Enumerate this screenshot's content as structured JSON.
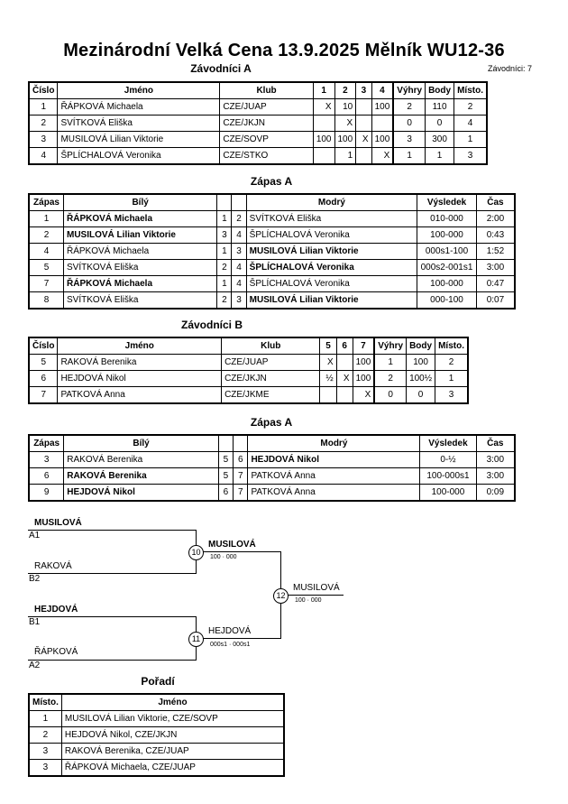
{
  "header": {
    "title": "Mezinárodní Velká Cena  13.9.2025  Mělník   WU12-36",
    "pool_a_label": "Závodníci A",
    "competitors_count": "Závodníci: 7"
  },
  "pool_a": {
    "headers": [
      "Číslo",
      "Jméno",
      "Klub",
      "1",
      "2",
      "3",
      "4",
      "Výhry",
      "Body",
      "Místo."
    ],
    "rows": [
      [
        "1",
        "ŘÁPKOVÁ Michaela",
        "CZE/JUAP",
        "X",
        "10",
        "",
        "100",
        "2",
        "110",
        "2"
      ],
      [
        "2",
        "SVÍTKOVÁ Eliška",
        "CZE/JKJN",
        "",
        "X",
        "",
        "",
        "0",
        "0",
        "4"
      ],
      [
        "3",
        "MUSILOVÁ Lilian Viktorie",
        "CZE/SOVP",
        "100",
        "100",
        "X",
        "100",
        "3",
        "300",
        "1"
      ],
      [
        "4",
        "ŠPLÍCHALOVÁ Veronika",
        "CZE/STKO",
        "",
        "1",
        "",
        "X",
        "1",
        "1",
        "3"
      ]
    ]
  },
  "matches_a": {
    "title": "Zápas A",
    "headers": [
      "Zápas",
      "Bílý",
      "",
      "",
      "Modrý",
      "Výsledek",
      "Čas"
    ],
    "rows": [
      {
        "no": "1",
        "white": "ŘÁPKOVÁ Michaela",
        "w": "1",
        "b": "2",
        "blue": "SVÍTKOVÁ Eliška",
        "result": "010-000",
        "time": "2:00",
        "winner": "white"
      },
      {
        "no": "2",
        "white": "MUSILOVÁ Lilian Viktorie",
        "w": "3",
        "b": "4",
        "blue": "ŠPLÍCHALOVÁ Veronika",
        "result": "100-000",
        "time": "0:43",
        "winner": "white"
      },
      {
        "no": "4",
        "white": "ŘÁPKOVÁ Michaela",
        "w": "1",
        "b": "3",
        "blue": "MUSILOVÁ Lilian Viktorie",
        "result": "000s1-100",
        "time": "1:52",
        "winner": "blue"
      },
      {
        "no": "5",
        "white": "SVÍTKOVÁ Eliška",
        "w": "2",
        "b": "4",
        "blue": "ŠPLÍCHALOVÁ Veronika",
        "result": "000s2-001s1",
        "time": "3:00",
        "winner": "blue"
      },
      {
        "no": "7",
        "white": "ŘÁPKOVÁ Michaela",
        "w": "1",
        "b": "4",
        "blue": "ŠPLÍCHALOVÁ Veronika",
        "result": "100-000",
        "time": "0:47",
        "winner": "white"
      },
      {
        "no": "8",
        "white": "SVÍTKOVÁ Eliška",
        "w": "2",
        "b": "3",
        "blue": "MUSILOVÁ Lilian Viktorie",
        "result": "000-100",
        "time": "0:07",
        "winner": "blue"
      }
    ]
  },
  "pool_b": {
    "title": "Závodníci B",
    "headers": [
      "Číslo",
      "Jméno",
      "Klub",
      "5",
      "6",
      "7",
      "Výhry",
      "Body",
      "Místo."
    ],
    "rows": [
      [
        "5",
        "RAKOVÁ Berenika",
        "CZE/JUAP",
        "X",
        "",
        "100",
        "1",
        "100",
        "2"
      ],
      [
        "6",
        "HEJDOVÁ Nikol",
        "CZE/JKJN",
        "½",
        "X",
        "100",
        "2",
        "100½",
        "1"
      ],
      [
        "7",
        "PATKOVÁ Anna",
        "CZE/JKME",
        "",
        "",
        "X",
        "0",
        "0",
        "3"
      ]
    ]
  },
  "matches_b": {
    "title": "Zápas A",
    "headers": [
      "Zápas",
      "Bílý",
      "",
      "",
      "Modrý",
      "Výsledek",
      "Čas"
    ],
    "rows": [
      {
        "no": "3",
        "white": "RAKOVÁ Berenika",
        "w": "5",
        "b": "6",
        "blue": "HEJDOVÁ Nikol",
        "result": "0-½",
        "time": "3:00",
        "winner": "blue"
      },
      {
        "no": "6",
        "white": "RAKOVÁ Berenika",
        "w": "5",
        "b": "7",
        "blue": "PATKOVÁ Anna",
        "result": "100-000s1",
        "time": "3:00",
        "winner": "white"
      },
      {
        "no": "9",
        "white": "HEJDOVÁ Nikol",
        "w": "6",
        "b": "7",
        "blue": "PATKOVÁ Anna",
        "result": "100-000",
        "time": "0:09",
        "winner": "white"
      }
    ]
  },
  "bracket": {
    "s1_top_name": "MUSILOVÁ",
    "s1_top_seed": "A1",
    "s1_bot_name": "RAKOVÁ",
    "s1_bot_seed": "B2",
    "s2_top_name": "HEJDOVÁ",
    "s2_top_seed": "B1",
    "s2_bot_name": "ŘÁPKOVÁ",
    "s2_bot_seed": "A2",
    "m10": "10",
    "m10_winner": "MUSILOVÁ",
    "m10_score": "100 · 000",
    "m11": "11",
    "m11_winner": "HEJDOVÁ",
    "m11_score": "000s1 · 000s1",
    "m12": "12",
    "final_winner": "MUSILOVÁ",
    "final_score": "100 · 000"
  },
  "ranking": {
    "title": "Pořadí",
    "headers": [
      "Místo.",
      "Jméno"
    ],
    "rows": [
      [
        "1",
        "MUSILOVÁ Lilian Viktorie, CZE/SOVP"
      ],
      [
        "2",
        "HEJDOVÁ Nikol, CZE/JKJN"
      ],
      [
        "3",
        "RAKOVÁ Berenika, CZE/JUAP"
      ],
      [
        "3",
        "ŘÁPKOVÁ Michaela, CZE/JUAP"
      ]
    ]
  }
}
